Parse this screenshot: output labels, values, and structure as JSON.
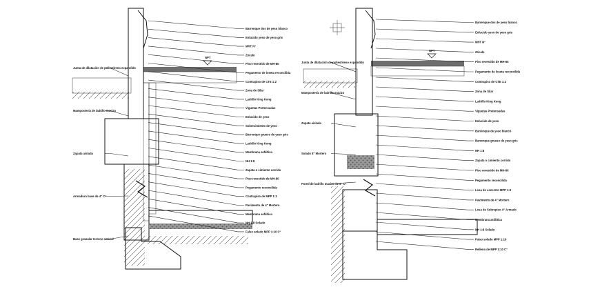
{
  "colors": {
    "brick": "#e0562c",
    "brick_mortar": "#b8401e",
    "concrete": "#bdbdbd",
    "concrete_dark": "#8f8f8f",
    "aggregate": "#e9733f",
    "slab": "#6e6e6e",
    "ink": "#111111"
  },
  "left_detail": {
    "labels_right": [
      "Barrenque dos de yeso blanco",
      "Enlucido yeso de yeso gris",
      "MHT N°",
      "Zócalo",
      "Piso revestido de MH-80",
      "Pegamento de loseta reconcilida",
      "Contrapiso de CTE 1:2",
      "Zona de Silar",
      "Ladrillo King Kong",
      "Viguetas Pretensadas",
      "Enlucido de yeso",
      "Sobrecimiento de yeso",
      "Barrenque grueso de yeso gris",
      "Ladrillo King Kong",
      "Membrana asfáltica",
      "NH 1:8",
      "Zapata o cimiento corrido",
      "Piso revestido de MH-80",
      "Pegamento reconcilida",
      "Contrapiso de MPP 1:3",
      "Pavimento de 4\" Mortero",
      "Membrana asfáltica",
      "NH 1:8 Solado",
      "Falso solado MPP 1:10 Cº"
    ],
    "labels_left": [
      "Junta de dilatación de poliestireno expandido",
      "Mampostería de ladrillo macizo",
      "Zapata aislada",
      "Armadura base de 4\" Cº",
      "Base granular terreno natural"
    ],
    "section_mark": "NPT"
  },
  "right_detail": {
    "labels_right": [
      "Barrenque dos de yeso blanco",
      "Enlucido yeso de yeso gris",
      "MHT N°",
      "Zócalo",
      "Piso revestido de MH-80",
      "Pegamento de loseta reconcilida",
      "Contrapiso de CTE 1:2",
      "Zona de Silar",
      "Ladrillo King Kong",
      "Viguetas Pretensadas",
      "Enlucido de yeso",
      "Barrenque de yeso blanco",
      "Barrenque grueso de yeso gris",
      "NH 1:8",
      "Zapata o cimiento corrido",
      "Piso revestido de MH-80",
      "Pegamento reconcilida",
      "Losa de concreto MPP 1:3",
      "Pavimento de 4\" Mortero",
      "Losa de Sobrepiso 4\" Armado",
      "Membrana asfáltica",
      "NH 1:8 Solado",
      "Falso solado MPP 1:10",
      "Relleno de MPP 1:10 Cº"
    ],
    "labels_left": [
      "Junta de dilatación de poliestireno expandido",
      "Mampostería de ladrillo macizo",
      "Zapata aislada",
      "Solado 8\" Mortero",
      "Pared de ladrillo macizo de 6\" Cº"
    ],
    "section_mark": "NPT"
  }
}
